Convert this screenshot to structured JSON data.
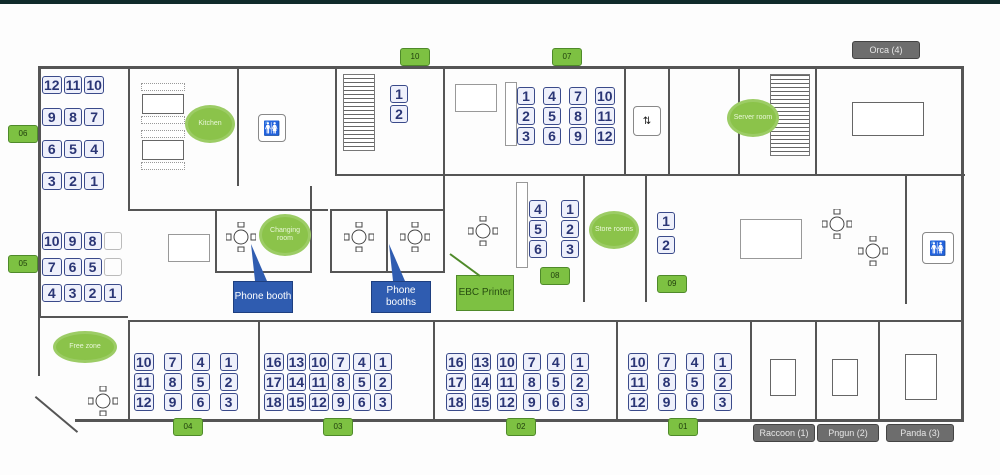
{
  "floorplan": {
    "title": "Office floor plan",
    "zones": [
      {
        "id": "z01",
        "label": "01",
        "desks": [
          [
            10,
            7,
            4,
            1
          ],
          [
            11,
            8,
            5,
            2
          ],
          [
            12,
            9,
            6,
            3
          ]
        ]
      },
      {
        "id": "z02",
        "label": "02",
        "desks": [
          [
            16,
            13,
            10,
            7,
            4,
            1
          ],
          [
            17,
            14,
            11,
            8,
            5,
            2
          ],
          [
            18,
            15,
            12,
            9,
            6,
            3
          ]
        ]
      },
      {
        "id": "z03",
        "label": "03",
        "desks": [
          [
            16,
            13,
            10,
            7,
            4,
            1
          ],
          [
            17,
            14,
            11,
            8,
            5,
            2
          ],
          [
            18,
            15,
            12,
            9,
            6,
            3
          ]
        ]
      },
      {
        "id": "z04",
        "label": "04",
        "desks": [
          [
            10,
            7,
            4,
            1
          ],
          [
            11,
            8,
            5,
            2
          ],
          [
            12,
            9,
            6,
            3
          ]
        ]
      },
      {
        "id": "z05",
        "label": "05",
        "desks": [
          [
            10,
            9,
            8
          ],
          [
            7,
            6,
            5
          ],
          [
            4,
            3,
            2,
            1
          ]
        ]
      },
      {
        "id": "z06",
        "label": "06",
        "desks": [
          [
            12,
            11,
            10
          ],
          [
            9,
            8,
            7
          ],
          [
            6,
            5,
            4
          ],
          [
            3,
            2,
            1
          ]
        ]
      },
      {
        "id": "z07",
        "label": "07",
        "desks": [
          [
            1,
            4,
            7,
            10
          ],
          [
            2,
            5,
            8,
            11
          ],
          [
            3,
            6,
            9,
            12
          ]
        ]
      },
      {
        "id": "z08",
        "label": "08",
        "desks": [
          [
            4,
            1
          ],
          [
            5,
            2
          ],
          [
            6,
            3
          ]
        ]
      },
      {
        "id": "z09",
        "label": "09",
        "desks": [
          [
            1
          ],
          [
            2
          ]
        ]
      },
      {
        "id": "z10",
        "label": "10",
        "desks": [
          [
            1
          ],
          [
            2
          ]
        ]
      }
    ],
    "meeting_rooms": [
      {
        "label": "Orca (4)"
      },
      {
        "label": "Raccoon (1)"
      },
      {
        "label": "Pngun (2)"
      },
      {
        "label": "Panda (3)"
      }
    ],
    "areas": {
      "kitchen": "Kitchen",
      "changing_room": "Changing room",
      "server_room": "Server room",
      "store_room": "Store rooms",
      "free_zone": "Free zone"
    },
    "callouts": {
      "phone_booth": "Phone booth",
      "phone_booths": "Phone booths",
      "printer": "EBC Printer"
    },
    "icons": {
      "restroom": "restroom-icon",
      "elevator": "elevator-icon"
    },
    "colors": {
      "zone_tag": "#7dc142",
      "room_tag": "#6d6d6d",
      "desk_text": "#2a3575",
      "phone_callout": "#2f5cb0",
      "wall": "#555555"
    }
  }
}
